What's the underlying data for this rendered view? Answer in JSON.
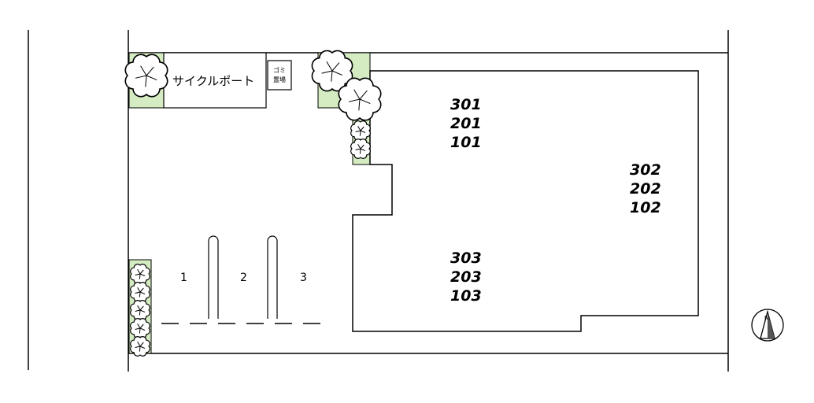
{
  "labels": {
    "cycle_port": "サイクルポート",
    "garbage_line1": "ゴミ",
    "garbage_line2": "置場"
  },
  "units": {
    "north_block": [
      "301",
      "201",
      "101"
    ],
    "east_block": [
      "302",
      "202",
      "102"
    ],
    "south_block": [
      "303",
      "203",
      "103"
    ]
  },
  "parking": {
    "slots": [
      "1",
      "2",
      "3"
    ]
  },
  "compass": {
    "north_mark": "N"
  },
  "colors": {
    "planting": "#d5ecc2",
    "line": "#000000"
  }
}
